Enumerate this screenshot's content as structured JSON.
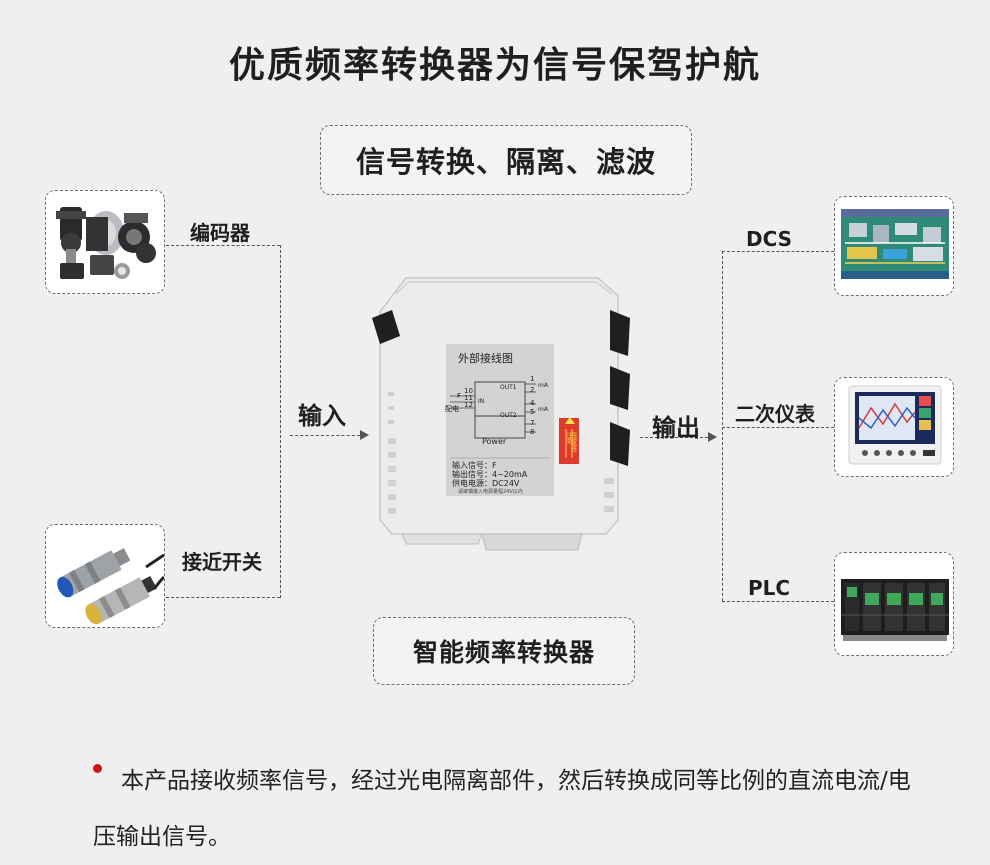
{
  "title": "优质频率转换器为信号保驾护航",
  "function_label": "信号转换、隔离、滤波",
  "product_name": "智能频率转换器",
  "inputs": {
    "encoder": "编码器",
    "proximity_switch": "接近开关",
    "input_label": "输入"
  },
  "outputs": {
    "output_label": "输出",
    "dcs": "DCS",
    "instrument": "二次仪表",
    "plc": "PLC"
  },
  "device": {
    "panel_title": "外部接线图",
    "terminals_left": [
      "10",
      "11",
      "12"
    ],
    "terminals_right": [
      "1",
      "2",
      "4",
      "5",
      "7",
      "8"
    ],
    "in_label": "IN",
    "f_label": "F",
    "supply_label": "配电",
    "out1_label": "OUT1",
    "out2_label": "OUT2",
    "ma_label": "mA",
    "power_label": "Power",
    "spec_input": "输入信号：F",
    "spec_output": "输出信号：4~20mA",
    "spec_supply": "供电电源：DC24V",
    "spec_note": "请审慎接入电源量程24V以内",
    "warning_title": "注意",
    "warning_text": "电源极性"
  },
  "description": "本产品接收频率信号，经过光电隔离部件，然后转换成同等比例的直流电流/电压输出信号。",
  "colors": {
    "background": "#efefef",
    "bullet": "#d0121b",
    "device_body": "#ebebeb",
    "warning_red": "#e03a2f"
  }
}
